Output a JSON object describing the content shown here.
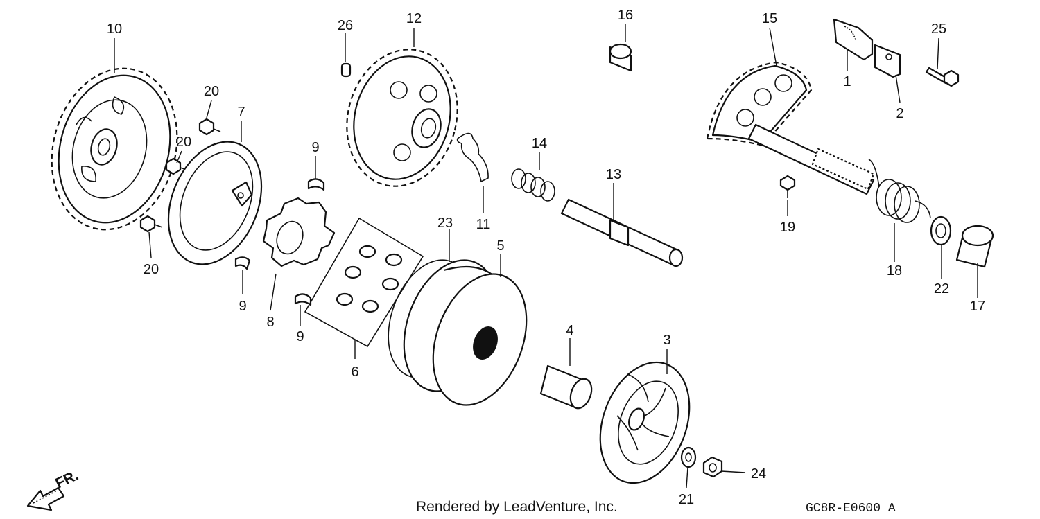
{
  "parts": [
    {
      "id": "p1",
      "label": "1"
    },
    {
      "id": "p2",
      "label": "2"
    },
    {
      "id": "p3",
      "label": "3"
    },
    {
      "id": "p4",
      "label": "4"
    },
    {
      "id": "p5",
      "label": "5"
    },
    {
      "id": "p6",
      "label": "6"
    },
    {
      "id": "p7",
      "label": "7"
    },
    {
      "id": "p8",
      "label": "8"
    },
    {
      "id": "p9",
      "label": "9"
    },
    {
      "id": "p10",
      "label": "10"
    },
    {
      "id": "p11",
      "label": "11"
    },
    {
      "id": "p12",
      "label": "12"
    },
    {
      "id": "p13",
      "label": "13"
    },
    {
      "id": "p14",
      "label": "14"
    },
    {
      "id": "p15",
      "label": "15"
    },
    {
      "id": "p16",
      "label": "16"
    },
    {
      "id": "p17",
      "label": "17"
    },
    {
      "id": "p18",
      "label": "18"
    },
    {
      "id": "p19",
      "label": "19"
    },
    {
      "id": "p20",
      "label": "20"
    },
    {
      "id": "p21",
      "label": "21"
    },
    {
      "id": "p22",
      "label": "22"
    },
    {
      "id": "p23",
      "label": "23"
    },
    {
      "id": "p24",
      "label": "24"
    },
    {
      "id": "p25",
      "label": "25"
    },
    {
      "id": "p26",
      "label": "26"
    }
  ],
  "front_indicator": "FR.",
  "credit": "Rendered by LeadVenture, Inc.",
  "diagram_code": "GC8R-E0600 A"
}
